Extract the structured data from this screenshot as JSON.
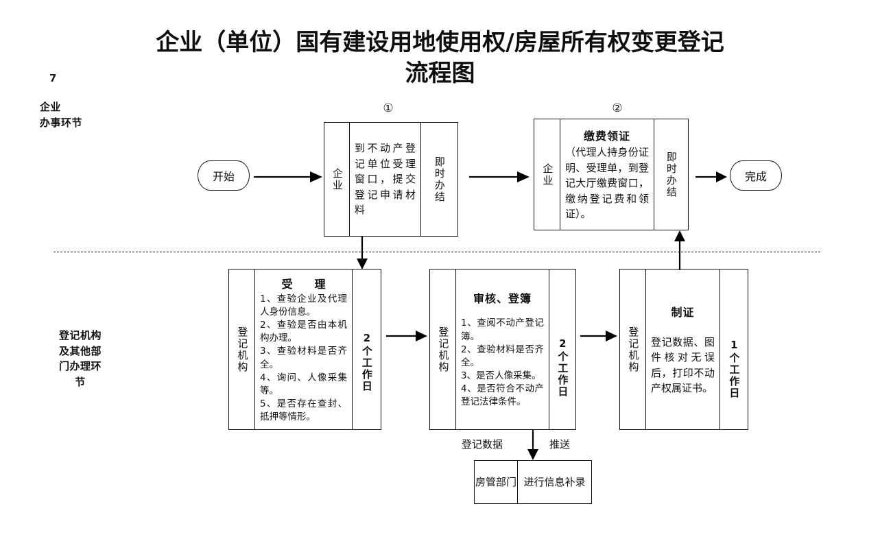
{
  "page": {
    "number": "7",
    "title_line1": "企业（单位）国有建设用地使用权/房屋所有权变更登记",
    "title_line2": "流程图"
  },
  "lanes": {
    "top_label_line1": "企业",
    "top_label_line2": "办事环节",
    "bottom_label_line1": "登记机构",
    "bottom_label_line2": "及其他部",
    "bottom_label_line3": "门办理环",
    "bottom_label_line4": "节"
  },
  "markers": {
    "step1": "①",
    "step2": "②"
  },
  "terminators": {
    "start": "开始",
    "end": "完成"
  },
  "steps": {
    "apply": {
      "actor": "企业",
      "heading": "",
      "body": "到不动产登记单位受理窗口，提交登记申请材料",
      "duration": "即时办结"
    },
    "pay_and_collect": {
      "actor": "企业",
      "heading": "缴费领证",
      "body": "（代理人持身份证明、受理单，到登记大厅缴费窗口，缴纳登记费和领证）。",
      "duration": "即时办结"
    },
    "accept": {
      "actor": "登记机构",
      "heading": "受　理",
      "items": [
        "1、查验企业及代理人身份信息。",
        "2、查验是否由本机构办理。",
        "3、查验材料是否齐全。",
        "4、询问、人像采集等。",
        "5、是否存在查封、抵押等情形。"
      ],
      "duration": "2个工作日"
    },
    "review_register": {
      "actor": "登记机构",
      "heading": "审核、登簿",
      "items": [
        "1、查阅不动产登记簿。",
        "2、查验材料是否齐全。",
        "3、是否人像采集。",
        "4、是否符合不动产登记法律条件。"
      ],
      "duration": "2个工作日"
    },
    "make_certificate": {
      "actor": "登记机构",
      "heading": "制证",
      "body": "登记数据、图件核对无误后，打印不动产权属证书。",
      "duration": "1个工作日"
    },
    "push": {
      "actor": "房管部门",
      "action": "进行信息补录",
      "label_left": "登记数据",
      "label_right": "推送"
    }
  },
  "colors": {
    "line": "#111111",
    "text": "#111111",
    "background": "#ffffff"
  }
}
